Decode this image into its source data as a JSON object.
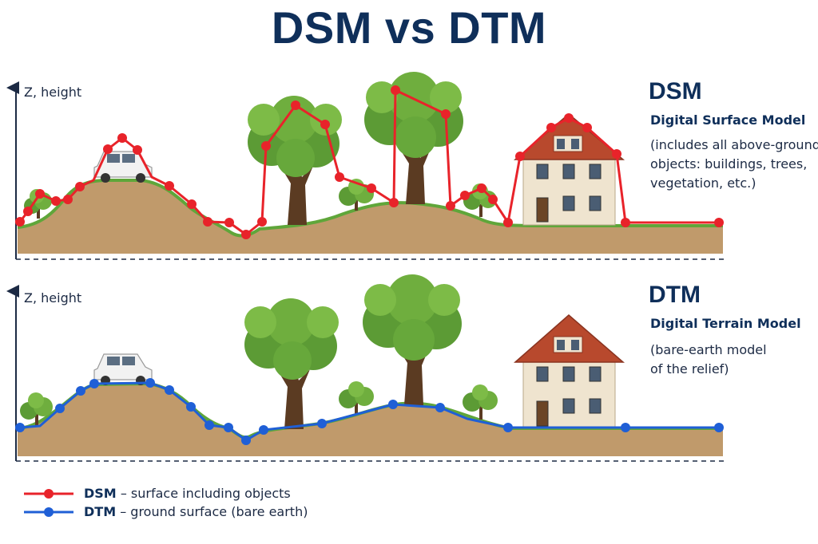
{
  "title": "DSM vs DTM",
  "colors": {
    "dsm": "#e8232a",
    "dtm": "#1f5fd6",
    "soil": "#c09a6b",
    "grass": "#5fa63a",
    "title": "#0f2f5a"
  },
  "panels": [
    {
      "key": "dsm",
      "axis_label": "Z, height",
      "abbr": "DSM",
      "full_name": "Digital Surface Model",
      "note": "(includes all above-ground\nobjects: buildings, trees,\nvegetation, etc.)"
    },
    {
      "key": "dtm",
      "axis_label": "Z, height",
      "abbr": "DTM",
      "full_name": "Digital Terrain Model",
      "note": "(bare-earth model\nof the relief)"
    }
  ],
  "legend": [
    {
      "key": "dsm",
      "abbr": "DSM",
      "text": " – surface including objects"
    },
    {
      "key": "dtm",
      "abbr": "DTM",
      "text": " – ground surface (bare earth)"
    }
  ]
}
